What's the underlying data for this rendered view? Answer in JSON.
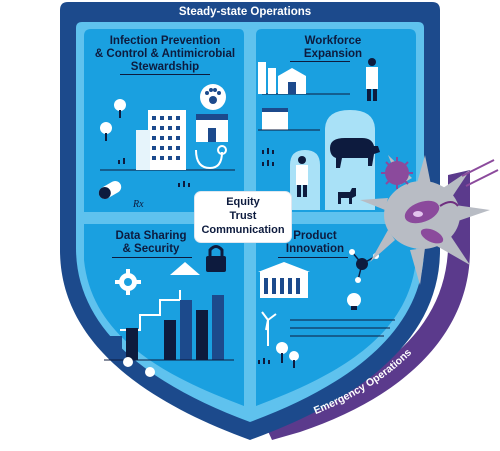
{
  "frame_title": "Steady-state Operations",
  "emergency_label": "Emergency Operations",
  "center": {
    "line1": "Equity",
    "line2": "Trust",
    "line3": "Communication"
  },
  "quadrants": {
    "ipc": {
      "line1": "Infection Prevention",
      "line2": "& Control & Antimicrobial",
      "line3": "Stewardship"
    },
    "workforce": {
      "line1": "Workforce",
      "line2": "Expansion"
    },
    "data": {
      "line1": "Data Sharing",
      "line2": "& Security"
    },
    "product": {
      "line1": "Product",
      "line2": "Innovation"
    }
  },
  "rx_label": "Rx",
  "colors": {
    "shield_outer": "#1c4a8c",
    "shield_panel": "#5fc2ee",
    "quadrant_fill": "#1aa0e0",
    "navy": "#0d1b3e",
    "emergency_band": "#5b3a8c",
    "pathogen_gray": "#b8bcc4",
    "pathogen_purple": "#8b4a9c"
  }
}
